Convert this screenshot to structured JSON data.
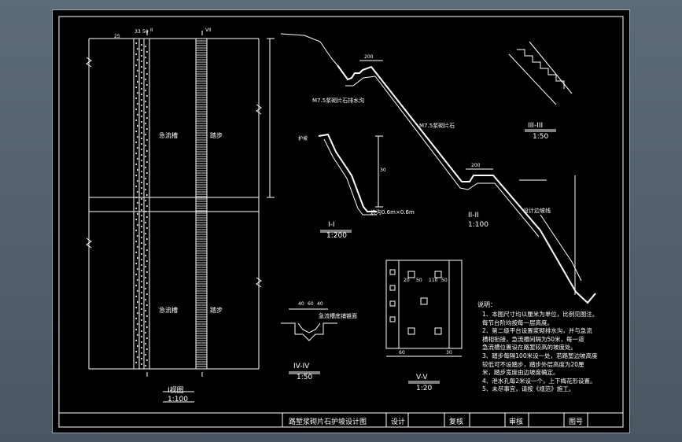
{
  "sheet": {
    "title": "路堑浆砌片石护坡设计图",
    "cells": {
      "design": "设计",
      "review": "复核",
      "audit": "审核",
      "sheet_no": "图号"
    }
  },
  "elevation": {
    "title": "I视图",
    "scale": "1:100",
    "left_dims": [
      "25",
      "33",
      "50"
    ],
    "labels": {
      "drain_top": "急流槽",
      "step_top": "踏步",
      "drain_bottom": "急流槽",
      "step_bottom": "踏步"
    },
    "cut_marks": [
      "II",
      "VII"
    ]
  },
  "section_1": {
    "title": "I-I",
    "scale": "1:200",
    "ditch": "边沟0.6m×0.6m",
    "label_top": "护坡",
    "dim": "30"
  },
  "section_2": {
    "title": "II-II",
    "scale": "1:100",
    "label_drain": "M7.5浆砌片石排水沟",
    "label_stone": "M7.5浆砌片石",
    "label_slope": "设计边坡线",
    "dim_top": "200",
    "dim_mid": "200"
  },
  "section_3": {
    "title": "III-III",
    "scale": "1:50"
  },
  "section_4": {
    "title": "IV-IV",
    "scale": "1:50",
    "label": "急流槽底铺锥面",
    "dims": [
      "40",
      "60",
      "40"
    ]
  },
  "section_5": {
    "title": "V-V",
    "scale": "1:20",
    "dims_top": [
      "20",
      "50",
      "110",
      "50"
    ],
    "dims_bottom": [
      "60",
      "30"
    ]
  },
  "notes": {
    "heading": "说明：",
    "lines": [
      "1、本图尺寸均以厘米为单位，比例见图注。",
      "   每节台阶均按每一层高度。",
      "2、第二级平台设置浆砌排水沟，并与急流",
      "   槽相衔接，急流槽间隔为50米，每一道",
      "   急流槽位置设在路堑较高的坡度处。",
      "3、踏步每隔100米设一处，若路堑边坡高度",
      "   较低可不设踏步，踏步外层高度为20厘",
      "   米，踏步宽度由边坡度确定。",
      "4、泄水孔每2米设一个，上下梅花形设置。",
      "5、未尽事宜，请按《规范》施工。"
    ]
  }
}
